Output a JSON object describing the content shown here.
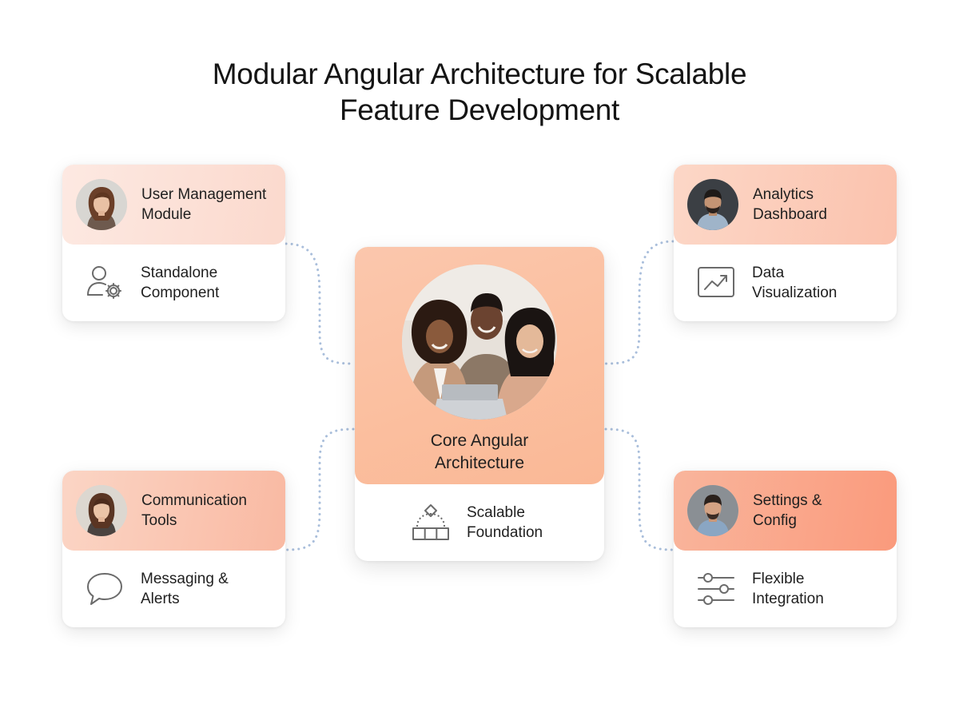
{
  "title": "Modular Angular Architecture for Scalable\nFeature Development",
  "center": {
    "title": "Core Angular\nArchitecture",
    "subtitle": "Scalable\nFoundation",
    "icon": "blocks-foundation-icon",
    "photo": "team-photo"
  },
  "modules": [
    {
      "title": "User Management\nModule",
      "subtitle": "Standalone\nComponent",
      "icon": "user-gear-icon",
      "avatar": "woman-avatar"
    },
    {
      "title": "Analytics\nDashboard",
      "subtitle": "Data\nVisualization",
      "icon": "trend-chart-icon",
      "avatar": "man-avatar"
    },
    {
      "title": "Communication\nTools",
      "subtitle": "Messaging &\nAlerts",
      "icon": "speech-bubble-icon",
      "avatar": "woman-avatar"
    },
    {
      "title": "Settings &\nConfig",
      "subtitle": "Flexible\nIntegration",
      "icon": "sliders-icon",
      "avatar": "man-avatar"
    }
  ],
  "colors": {
    "connector": "#a9bedb",
    "header_light": "#fde9e2",
    "header_accent": "#fa9a7c",
    "center_header": "#fbc2a5",
    "icon_stroke": "#6b6b6b"
  }
}
